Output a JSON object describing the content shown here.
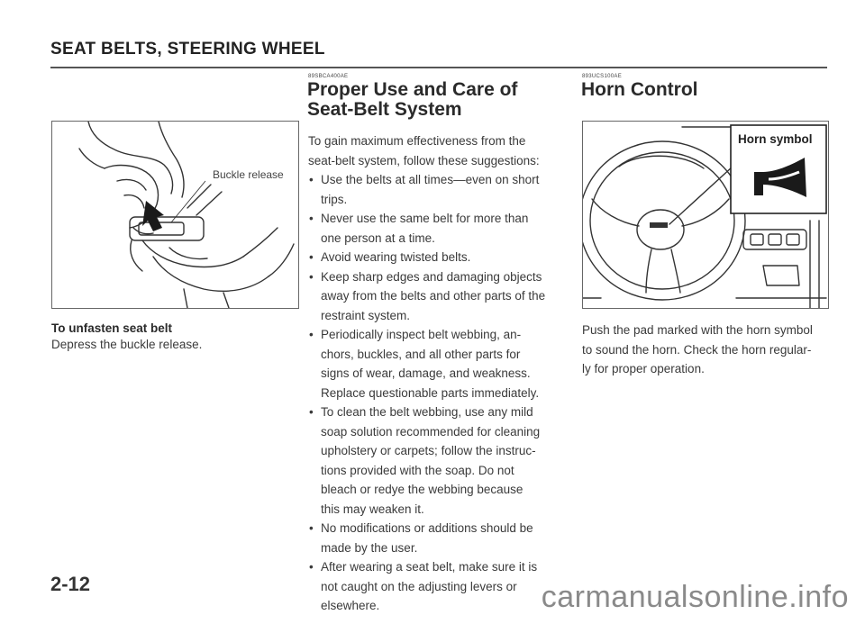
{
  "header": {
    "title": "SEAT BELTS, STEERING WHEEL"
  },
  "left_column": {
    "figure_label": "Buckle release",
    "caption_title": "To unfasten seat belt",
    "caption_text": "Depress the buckle release."
  },
  "middle_column": {
    "code": "89SBCA400AE",
    "heading_line1": "Proper Use and Care of",
    "heading_line2": "Seat-Belt System",
    "intro_lines": [
      "To gain maximum effectiveness from the",
      "seat-belt system, follow these suggestions:"
    ],
    "bullets": [
      {
        "lines": [
          "Use the belts at all times—even on short",
          "trips."
        ]
      },
      {
        "lines": [
          "Never use the same belt for more than",
          "one person at a time."
        ]
      },
      {
        "lines": [
          "Avoid wearing twisted belts."
        ]
      },
      {
        "lines": [
          "Keep sharp edges and damaging objects",
          "away from the belts and other parts of the",
          "restraint system."
        ]
      },
      {
        "lines": [
          "Periodically inspect belt webbing, an-",
          "chors, buckles, and all other parts for",
          "signs of wear, damage, and weakness.",
          "Replace questionable parts immediately."
        ]
      },
      {
        "lines": [
          "To clean the belt webbing, use any mild",
          "soap solution recommended for cleaning",
          "upholstery or carpets; follow the instruc-",
          "tions provided with the soap. Do not",
          "bleach or redye the webbing because",
          "this may weaken it."
        ]
      },
      {
        "lines": [
          "No modifications or additions should be",
          "made by the user."
        ]
      },
      {
        "lines": [
          "After wearing a seat belt, make sure it is",
          "not caught on the adjusting levers or",
          "elsewhere."
        ]
      }
    ]
  },
  "right_column": {
    "code": "893UCS100AE",
    "heading": "Horn Control",
    "figure_label": "Horn symbol",
    "body_lines": [
      "Push the pad marked with the horn symbol",
      "to sound the horn. Check the horn regular-",
      "ly for proper operation."
    ]
  },
  "footer": {
    "page_number": "2-12",
    "watermark": "carmanualsonline.info"
  }
}
